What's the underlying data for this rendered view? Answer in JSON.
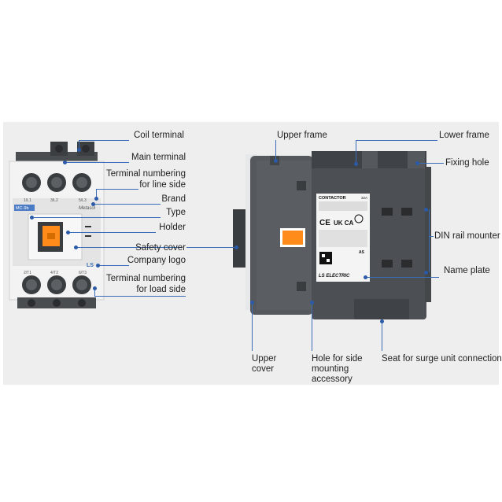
{
  "labels": {
    "coil_terminal": "Coil terminal",
    "main_terminal": "Main terminal",
    "terminal_numbering_line_1": "Terminal numbering",
    "terminal_numbering_line_2": "for line side",
    "brand": "Brand",
    "type": "Type",
    "holder": "Holder",
    "safety_cover": "Safety cover",
    "company_logo": "Company logo",
    "terminal_numbering_load_1": "Terminal numbering",
    "terminal_numbering_load_2": "for load side",
    "upper_frame": "Upper frame",
    "lower_frame": "Lower frame",
    "fixing_hole": "Fixing hole",
    "din_rail_mounter": "DIN rail mounter",
    "name_plate": "Name plate",
    "upper_cover_1": "Upper",
    "upper_cover_2": "cover",
    "hole_side_1": "Hole for side",
    "hole_side_2": "mounting",
    "hole_side_3": "accessory",
    "seat_surge": "Seat for surge unit connection"
  },
  "device_front": {
    "line_terminals": [
      "1/L1",
      "3/L2",
      "5/L3"
    ],
    "load_terminals": [
      "2/T1",
      "4/T2",
      "6/T3"
    ],
    "type_text": "MC-9b",
    "brand_text": "Metasol",
    "logo_text": "LS"
  },
  "name_plate": {
    "title": "CONTACTOR",
    "rating": "32A",
    "series": "AS",
    "marks": [
      "CE",
      "UK CA"
    ],
    "maker": "LS ELECTRIC"
  },
  "colors": {
    "leader": "#3a6db5",
    "body_front": "#f3f3f3",
    "body_side": "#4e5357",
    "holder": "#ff8c1a",
    "panel": "#eeeeee"
  }
}
